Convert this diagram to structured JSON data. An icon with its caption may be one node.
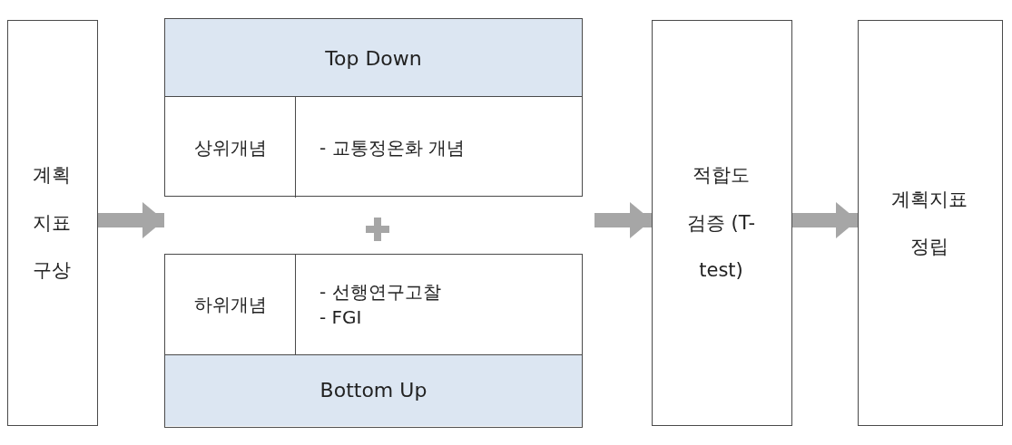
{
  "diagram": {
    "nodes": [
      {
        "text": [
          "계획 지표 구상"
        ]
      },
      {
        "text": [
          "Top Down"
        ]
      },
      {
        "text": [
          "상위개념"
        ],
        "in": 1
      },
      {
        "text": [
          "- 교통정온화 개념"
        ],
        "in": 1
      },
      {
        "text": [
          "Bottom Up"
        ]
      },
      {
        "text": [
          "하위개념"
        ],
        "in": 4
      },
      {
        "text": [
          "- 선행연구고찰",
          "- FGI"
        ],
        "in": 4
      },
      {
        "text": [
          "적합도 검증 (T-test)"
        ]
      },
      {
        "text": [
          "계획지표 정립"
        ]
      }
    ],
    "edges": [
      {
        "from": 0,
        "to": 4,
        "arrow": "to"
      },
      {
        "from": null,
        "to": 7,
        "arrow": "to"
      },
      {
        "from": 7,
        "to": 8,
        "arrow": "to"
      }
    ]
  }
}
